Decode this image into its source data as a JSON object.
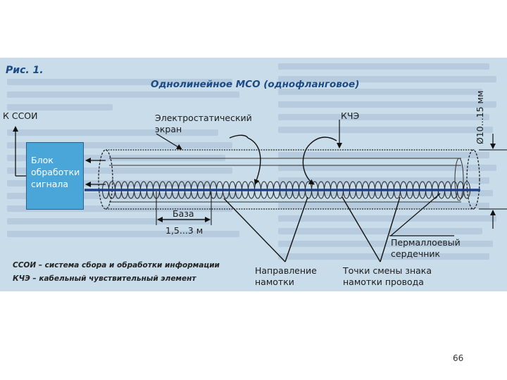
{
  "figure": {
    "caption": "Рис. 1.",
    "title": "Однолинейное МСО (однофланговое)",
    "labels": {
      "to_ssoi": "К ССОИ",
      "screen_line1": "Электростатический",
      "screen_line2": "экран",
      "kche": "КЧЭ",
      "diameter": "Ø10...15 мм",
      "block_line1": "Блок",
      "block_line2": "обработки",
      "block_line3": "сигнала",
      "base": "База",
      "base_range": "1,5...3 м",
      "core_line1": "Пермаллоевый",
      "core_line2": "сердечник",
      "direction_line1": "Направление",
      "direction_line2": "намотки",
      "points_line1": "Точки смены знака",
      "points_line2": "намотки провода"
    },
    "legend": [
      "ССОИ – система сбора и обработки информации",
      "КЧЭ – кабельный чувствительный элемент"
    ]
  },
  "page_number": "66",
  "colors": {
    "background": "#c9dcea",
    "block_fill": "#4aa6d8",
    "core": "#1f3f8a",
    "title": "#1b4a86"
  }
}
